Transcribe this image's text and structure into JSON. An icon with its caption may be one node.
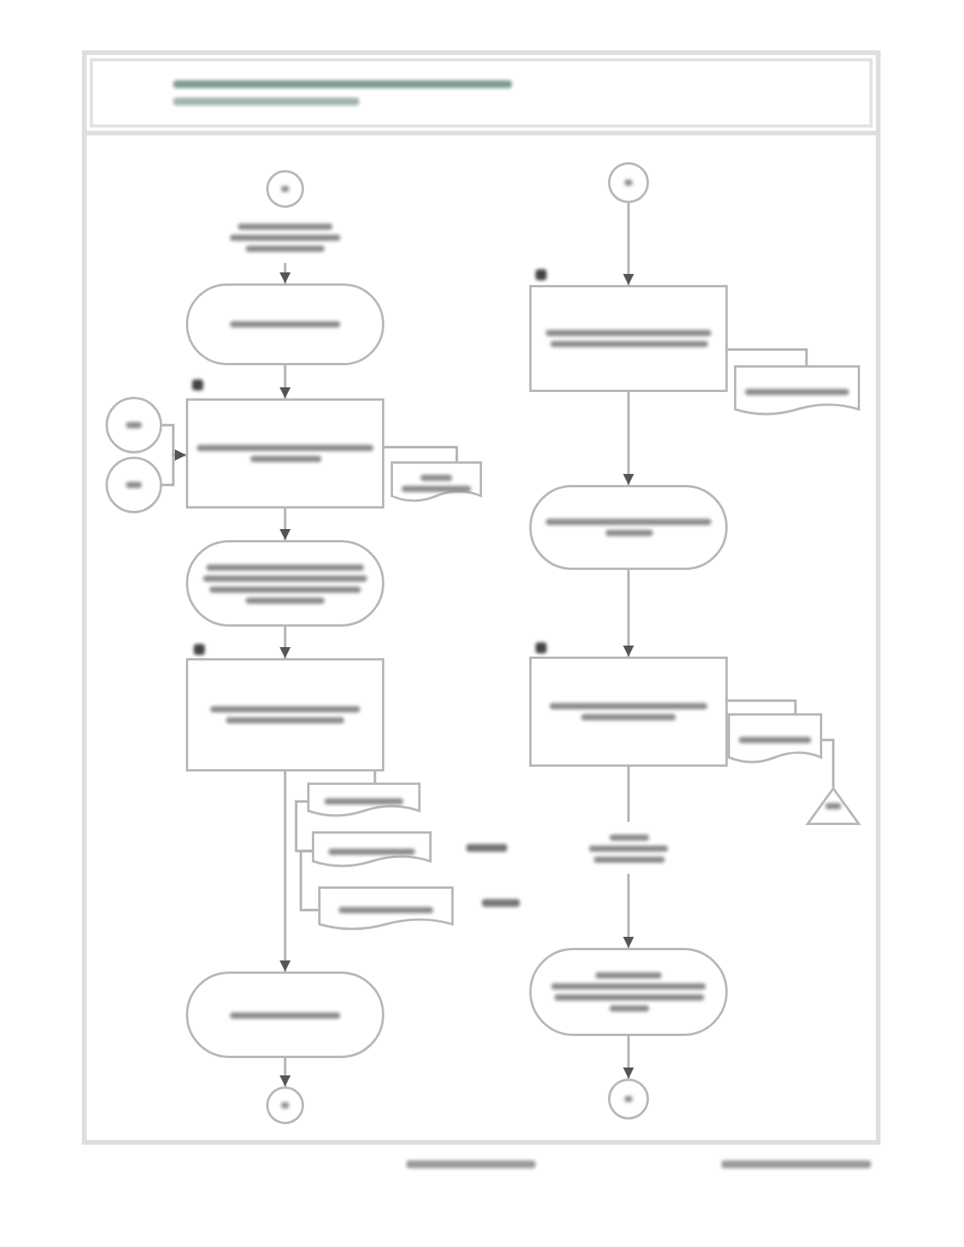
{
  "diagram": {
    "nodes": [
      {
        "text": [],
        "shape": "circle"
      },
      {
        "text": [],
        "shape": "text"
      },
      {
        "text": [],
        "shape": "oval"
      },
      {
        "text": [],
        "shape": "box"
      },
      {
        "text": [],
        "shape": "document"
      },
      {
        "text": [],
        "shape": "circle"
      },
      {
        "text": [],
        "shape": "circle"
      },
      {
        "text": [],
        "shape": "oval"
      },
      {
        "text": [],
        "shape": "box"
      },
      {
        "text": [],
        "shape": "document"
      },
      {
        "text": [],
        "shape": "document"
      },
      {
        "text": [],
        "shape": "document"
      },
      {
        "text": [],
        "shape": "oval"
      },
      {
        "text": [],
        "shape": "circle"
      },
      {
        "text": [],
        "shape": "circle"
      },
      {
        "text": [],
        "shape": "box"
      },
      {
        "text": [],
        "shape": "document"
      },
      {
        "text": [],
        "shape": "oval"
      },
      {
        "text": [],
        "shape": "box"
      },
      {
        "text": [],
        "shape": "document"
      },
      {
        "text": [],
        "shape": "triangle"
      },
      {
        "text": [],
        "shape": "text"
      },
      {
        "text": [],
        "shape": "oval"
      },
      {
        "text": [],
        "shape": "circle"
      }
    ],
    "edges": [
      {
        "from": 1,
        "to": 2,
        "arrow": "to"
      },
      {
        "from": 2,
        "to": 3,
        "arrow": "to"
      },
      {
        "from": 5,
        "to": 3,
        "arrow": "to"
      },
      {
        "from": 6,
        "to": 3,
        "arrow": "to"
      },
      {
        "from": 3,
        "to": 4,
        "arrow": "none"
      },
      {
        "from": 3,
        "to": 7,
        "arrow": "to"
      },
      {
        "from": 7,
        "to": 8,
        "arrow": "to"
      },
      {
        "from": 8,
        "to": 9,
        "arrow": "none"
      },
      {
        "from": 9,
        "to": 10,
        "arrow": "none"
      },
      {
        "from": 10,
        "to": 11,
        "arrow": "none"
      },
      {
        "from": 8,
        "to": 12,
        "arrow": "to"
      },
      {
        "from": 12,
        "to": 13,
        "arrow": "to"
      },
      {
        "from": 14,
        "to": 15,
        "arrow": "to"
      },
      {
        "from": 15,
        "to": 16,
        "arrow": "none"
      },
      {
        "from": 15,
        "to": 17,
        "arrow": "to"
      },
      {
        "from": 17,
        "to": 18,
        "arrow": "to"
      },
      {
        "from": 18,
        "to": 19,
        "arrow": "none"
      },
      {
        "from": 19,
        "to": 20,
        "arrow": "none"
      },
      {
        "from": 18,
        "to": 21,
        "arrow": "none"
      },
      {
        "from": 21,
        "to": 22,
        "arrow": "to"
      },
      {
        "from": 22,
        "to": 23,
        "arrow": "to"
      }
    ]
  }
}
